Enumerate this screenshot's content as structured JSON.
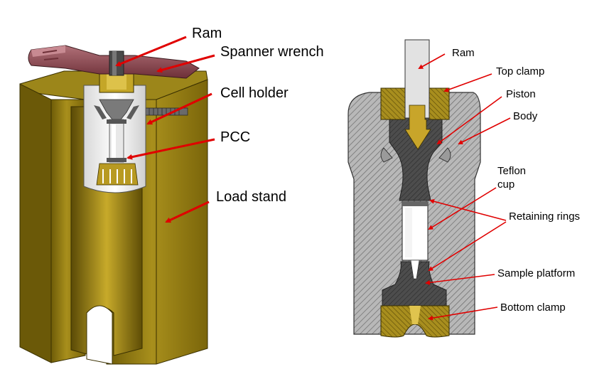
{
  "left_figure": {
    "labels": {
      "ram": "Ram",
      "spanner_wrench": "Spanner wrench",
      "cell_holder": "Cell holder",
      "pcc": "PCC",
      "load_stand": "Load stand"
    }
  },
  "right_figure": {
    "labels": {
      "ram": "Ram",
      "top_clamp": "Top clamp",
      "piston": "Piston",
      "body": "Body",
      "teflon_cup_line1": "Teflon",
      "teflon_cup_line2": "cup",
      "retaining_rings": "Retaining rings",
      "sample_platform": "Sample platform",
      "bottom_clamp": "Bottom clamp"
    }
  },
  "colors": {
    "gold": "#8f7a12",
    "maroon": "#8c4a52",
    "arrow": "#e00000",
    "steel": "#8c8c8c",
    "dark_steel": "#4a4a4a"
  }
}
